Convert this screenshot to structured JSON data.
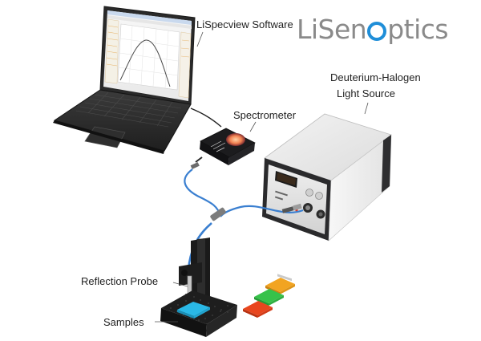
{
  "labels": {
    "software": "LiSpecview Software",
    "light_source_line1": "Deuterium-Halogen",
    "light_source_line2": "Light Source",
    "spectrometer": "Spectrometer",
    "reflection_probe": "Reflection Probe",
    "samples": "Samples"
  },
  "logo": {
    "part1": "LiSen",
    "part2": "ptics"
  },
  "colors": {
    "fiber": "#3a7fd0",
    "logo_gray": "#8a8a8a",
    "logo_blue": "#1f8ed8",
    "sample_cyan": "#2ab8e6",
    "filter_orange": "#f2a421",
    "filter_green": "#37c24a",
    "filter_red": "#e8461e"
  },
  "components": [
    "laptop",
    "spectrometer",
    "light-source",
    "probe-stand",
    "sample-stage",
    "color-filters"
  ]
}
